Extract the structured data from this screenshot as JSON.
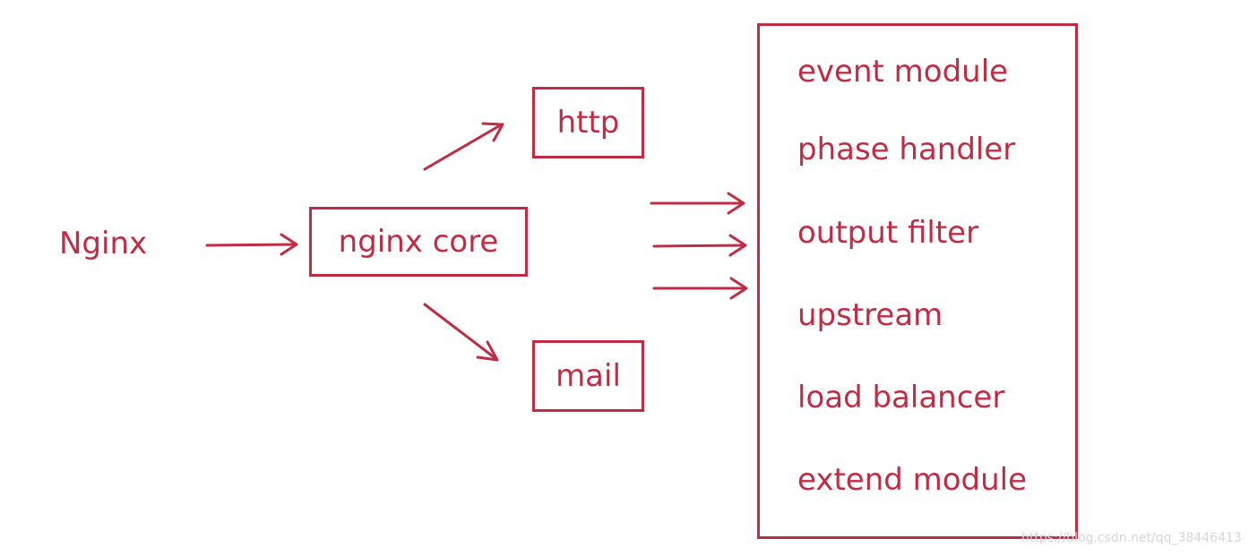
{
  "colors": {
    "accent": "#c02c44",
    "background": "#ffffff",
    "watermark": "#d6d6d6"
  },
  "root": {
    "label": "Nginx"
  },
  "core": {
    "label": "nginx core"
  },
  "branches": {
    "http": "http",
    "mail": "mail"
  },
  "modules": {
    "items": [
      "event module",
      "phase handler",
      "output filter",
      "upstream",
      "load balancer",
      "extend module"
    ]
  },
  "watermark": "https://blog.csdn.net/qq_38446413"
}
